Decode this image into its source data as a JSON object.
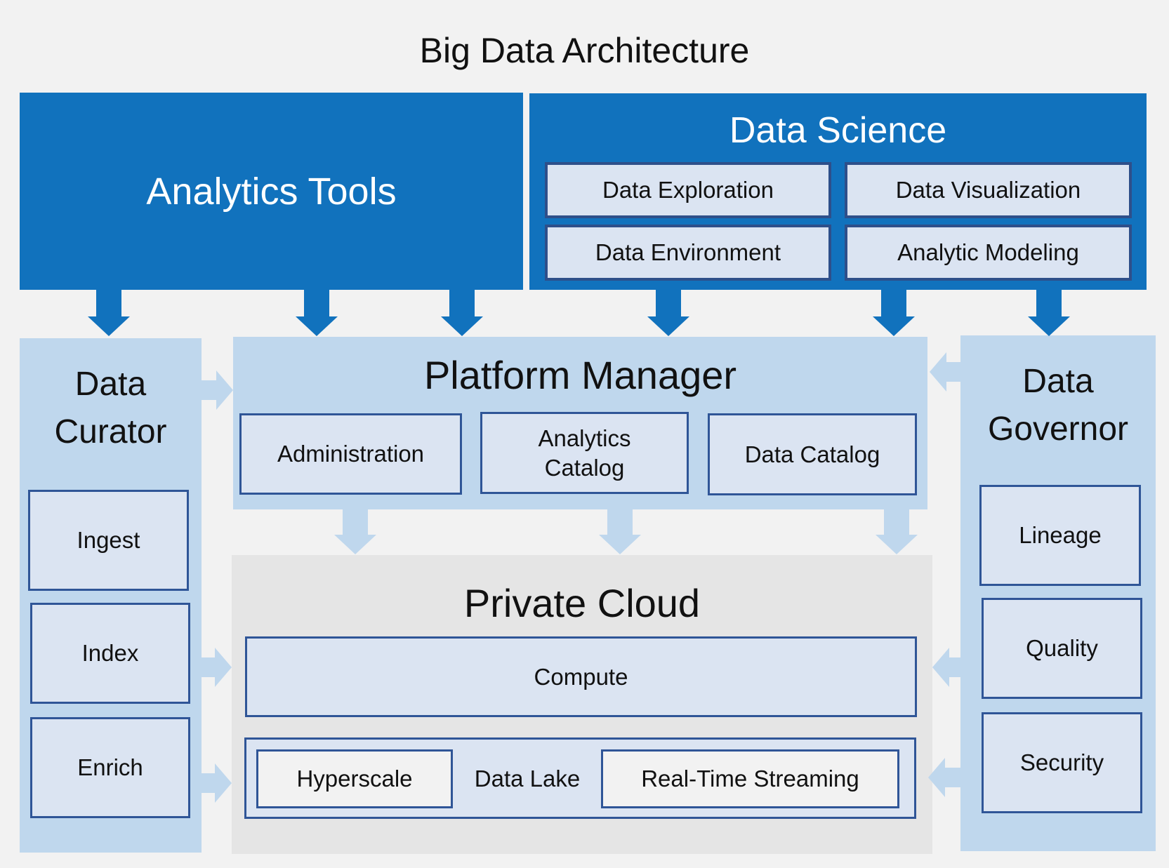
{
  "title": "Big Data Architecture",
  "colors": {
    "background": "#f2f2f2",
    "primary_blue": "#1172bd",
    "light_blue": "#bfd7ed",
    "box_fill": "#dbe4f2",
    "box_border": "#2f5597",
    "cloud_grey": "#e5e5e5"
  },
  "analytics_tools": {
    "label": "Analytics Tools"
  },
  "data_science": {
    "label": "Data Science",
    "items": [
      "Data Exploration",
      "Data Visualization",
      "Data Environment",
      "Analytic Modeling"
    ]
  },
  "data_curator": {
    "label_line1": "Data",
    "label_line2": "Curator",
    "items": [
      "Ingest",
      "Index",
      "Enrich"
    ]
  },
  "platform_manager": {
    "label": "Platform Manager",
    "items": [
      "Administration",
      "Analytics Catalog",
      "Data Catalog"
    ],
    "analytics_catalog_line1": "Analytics",
    "analytics_catalog_line2": "Catalog"
  },
  "data_governor": {
    "label_line1": "Data",
    "label_line2": "Governor",
    "items": [
      "Lineage",
      "Quality",
      "Security"
    ]
  },
  "private_cloud": {
    "label": "Private Cloud",
    "compute": "Compute",
    "data_lake": {
      "label": "Data Lake",
      "items": [
        "Hyperscale",
        "Real-Time Streaming"
      ]
    }
  },
  "connections": [
    {
      "from": "Analytics Tools",
      "to": "Data Curator",
      "style": "dark"
    },
    {
      "from": "Analytics Tools",
      "to": "Platform Manager",
      "style": "dark"
    },
    {
      "from": "Analytics Tools",
      "to": "Platform Manager",
      "style": "dark"
    },
    {
      "from": "Data Science",
      "to": "Platform Manager",
      "style": "dark"
    },
    {
      "from": "Data Science",
      "to": "Platform Manager",
      "style": "dark"
    },
    {
      "from": "Data Science",
      "to": "Data Governor",
      "style": "dark"
    },
    {
      "from": "Platform Manager",
      "to": "Private Cloud",
      "style": "light"
    },
    {
      "from": "Platform Manager",
      "to": "Private Cloud",
      "style": "light"
    },
    {
      "from": "Platform Manager",
      "to": "Private Cloud",
      "style": "light"
    },
    {
      "from": "Data Curator",
      "to": "Platform Manager",
      "style": "light"
    },
    {
      "from": "Data Curator",
      "to": "Private Cloud",
      "style": "light"
    },
    {
      "from": "Data Curator",
      "to": "Private Cloud",
      "style": "light"
    },
    {
      "from": "Data Governor",
      "to": "Platform Manager",
      "style": "light"
    },
    {
      "from": "Data Governor",
      "to": "Private Cloud",
      "style": "light"
    },
    {
      "from": "Data Governor",
      "to": "Private Cloud",
      "style": "light"
    }
  ]
}
